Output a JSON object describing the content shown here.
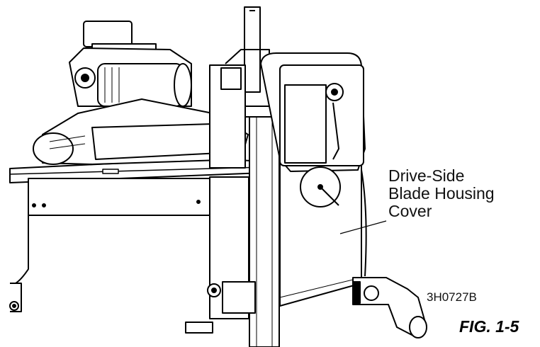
{
  "callout": {
    "lines": [
      "Drive-Side",
      "Blade Housing",
      "Cover"
    ]
  },
  "part_code": "3H0727B",
  "figure_label": "FIG. 1-5",
  "colors": {
    "line": "#000000",
    "background": "#ffffff"
  }
}
